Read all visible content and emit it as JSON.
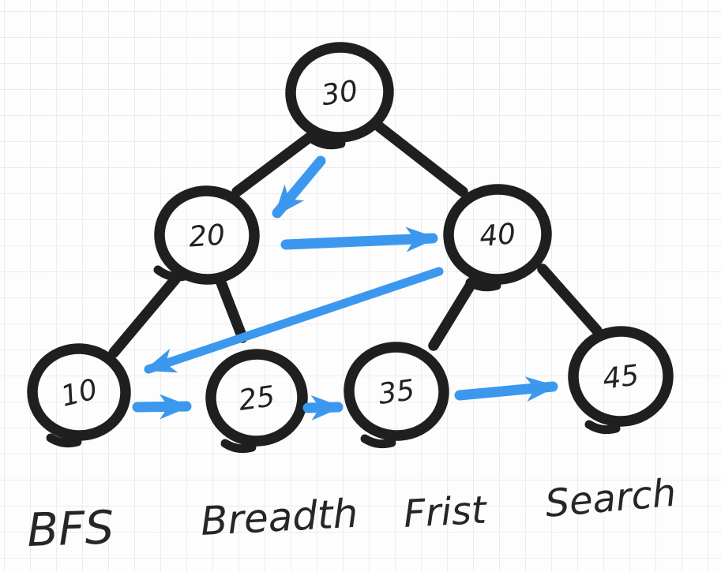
{
  "sketch": {
    "nodes": [
      {
        "value": "30"
      },
      {
        "value": "20"
      },
      {
        "value": "40"
      },
      {
        "value": "10"
      },
      {
        "value": "25"
      },
      {
        "value": "35"
      },
      {
        "value": "45"
      }
    ],
    "tree_edges": [
      "30-20",
      "30-40",
      "20-10",
      "20-25",
      "40-35",
      "40-45"
    ],
    "bfs_arrows": [
      "30-20",
      "20-40",
      "40-10",
      "10-25",
      "25-35",
      "35-45"
    ],
    "bfs_traversal_order": [
      "30",
      "20",
      "40",
      "10",
      "25",
      "35",
      "45"
    ],
    "caption": {
      "abbr": "BFS",
      "word1": "Breadth",
      "word2": "Frist",
      "word3": "Search"
    },
    "colors": {
      "ink": "#1f1f1f",
      "arrow_blue": "#3b98ee",
      "grid_line": "#ececf0",
      "paper": "#fdfdfd"
    }
  }
}
